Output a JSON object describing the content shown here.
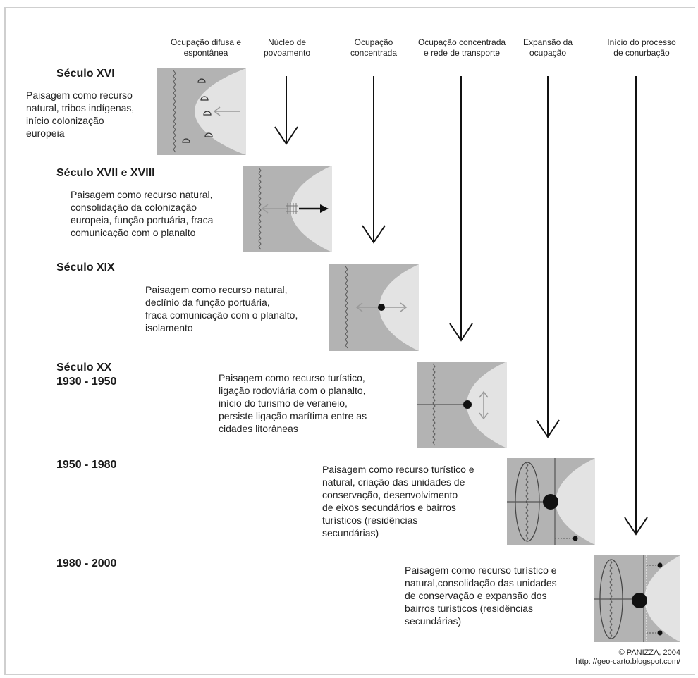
{
  "columns": [
    "Ocupação difusa e\nespontânea",
    "Núcleo de\npovoamento",
    "Ocupação\nconcentrada",
    "Ocupação concentrada\ne rede de transporte",
    "Expansão da\nocupação",
    "Início do processo\nde conurbação"
  ],
  "periods": [
    {
      "title": "Século XVI",
      "description": "Paisagem como recurso\nnatural, tribos indígenas,\ninício colonização\neuropeia"
    },
    {
      "title": "Século XVII e XVIII",
      "description": "Paisagem como recurso natural,\nconsolidação da colonização\neuropeia, função portuária, fraca\ncomunicação com o planalto"
    },
    {
      "title": "Século XIX",
      "description": "Paisagem como recurso natural,\ndeclínio da função portuária,\nfraca comunicação com o planalto,\nisolamento"
    },
    {
      "title": "Século XX\n1930 - 1950",
      "description": "Paisagem como recurso turístico,\nligação rodoviária com o planalto,\ninício do turismo de veraneio,\npersiste ligação marítima entre as\ncidades litorâneas"
    },
    {
      "title": "1950 - 1980",
      "description": "Paisagem como recurso turístico e\nnatural, criação das unidades de\nconservação, desenvolvimento\nde eixos secundários e bairros\nturísticos (residências\nsecundárias)"
    },
    {
      "title": "1980 - 2000",
      "description": "Paisagem como recurso turístico e\nnatural,consolidação das unidades\nde conservação e expansão dos\nbairros turísticos (residências\nsecundárias)"
    }
  ],
  "credit": "© PANIZZA, 2004\nhttp: //geo-carto.blogspot.com/",
  "colors": {
    "land": "#b3b3b3",
    "sea": "#e3e3e3",
    "arrow": "#111111",
    "frame": "#cfcfcf"
  }
}
